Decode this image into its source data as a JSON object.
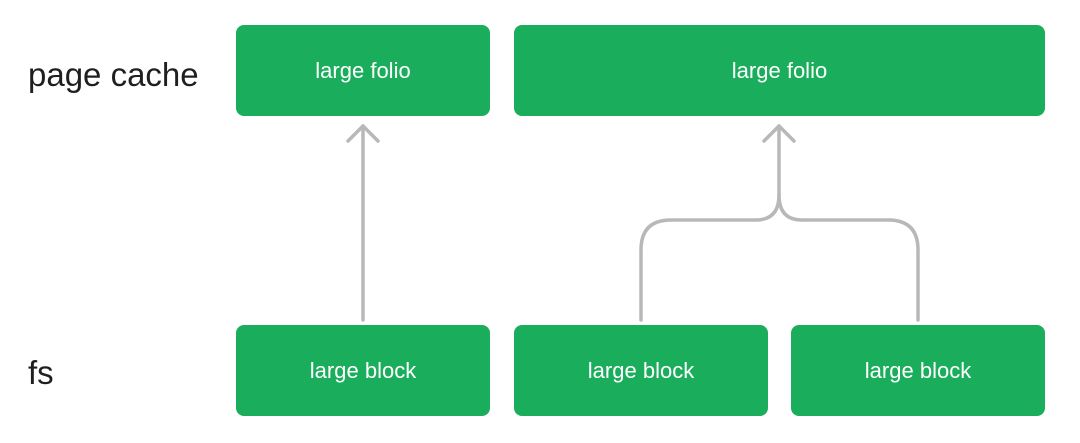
{
  "labels": {
    "page_cache": "page cache",
    "fs": "fs"
  },
  "page_cache_row": {
    "folios": [
      {
        "label": "large folio"
      },
      {
        "label": "large folio"
      }
    ]
  },
  "fs_row": {
    "blocks": [
      {
        "label": "large block"
      },
      {
        "label": "large block"
      },
      {
        "label": "large block"
      }
    ]
  },
  "colors": {
    "box_fill": "#1aae5c",
    "box_text": "#ffffff",
    "arrow": "#b8b8b8",
    "label_text": "#1f1f1f"
  }
}
